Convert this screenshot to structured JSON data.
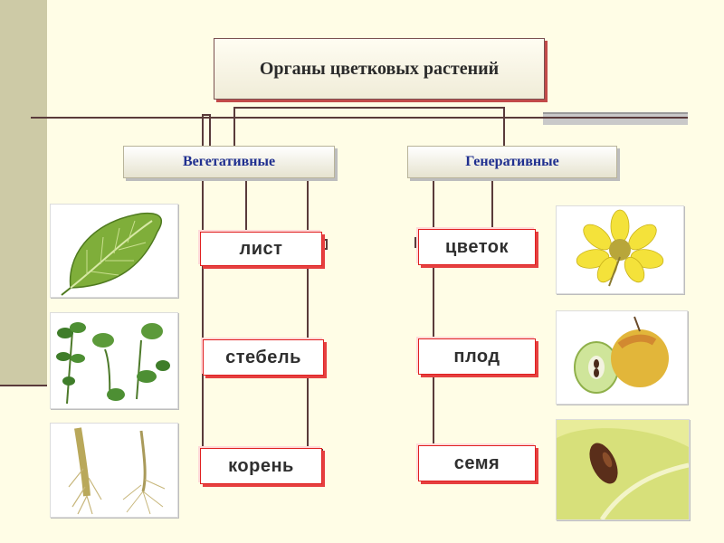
{
  "title": "Органы цветковых растений",
  "categories": {
    "vegetative": "Вегетативные",
    "generative": "Генеративные"
  },
  "vegetative_organs": [
    "лист",
    "стебель",
    "корень"
  ],
  "generative_organs": [
    "цветок",
    "плод",
    "семя"
  ],
  "colors": {
    "background": "#fffde6",
    "category_text": "#1f2f8f",
    "organ_border": "#e02020",
    "connector": "#5a3b3b"
  },
  "images": {
    "leaf": "leaf-image",
    "plant": "plant-sprouts-image",
    "root": "root-image",
    "flower": "flower-image",
    "fruit": "apple-image",
    "seed": "seed-image"
  }
}
